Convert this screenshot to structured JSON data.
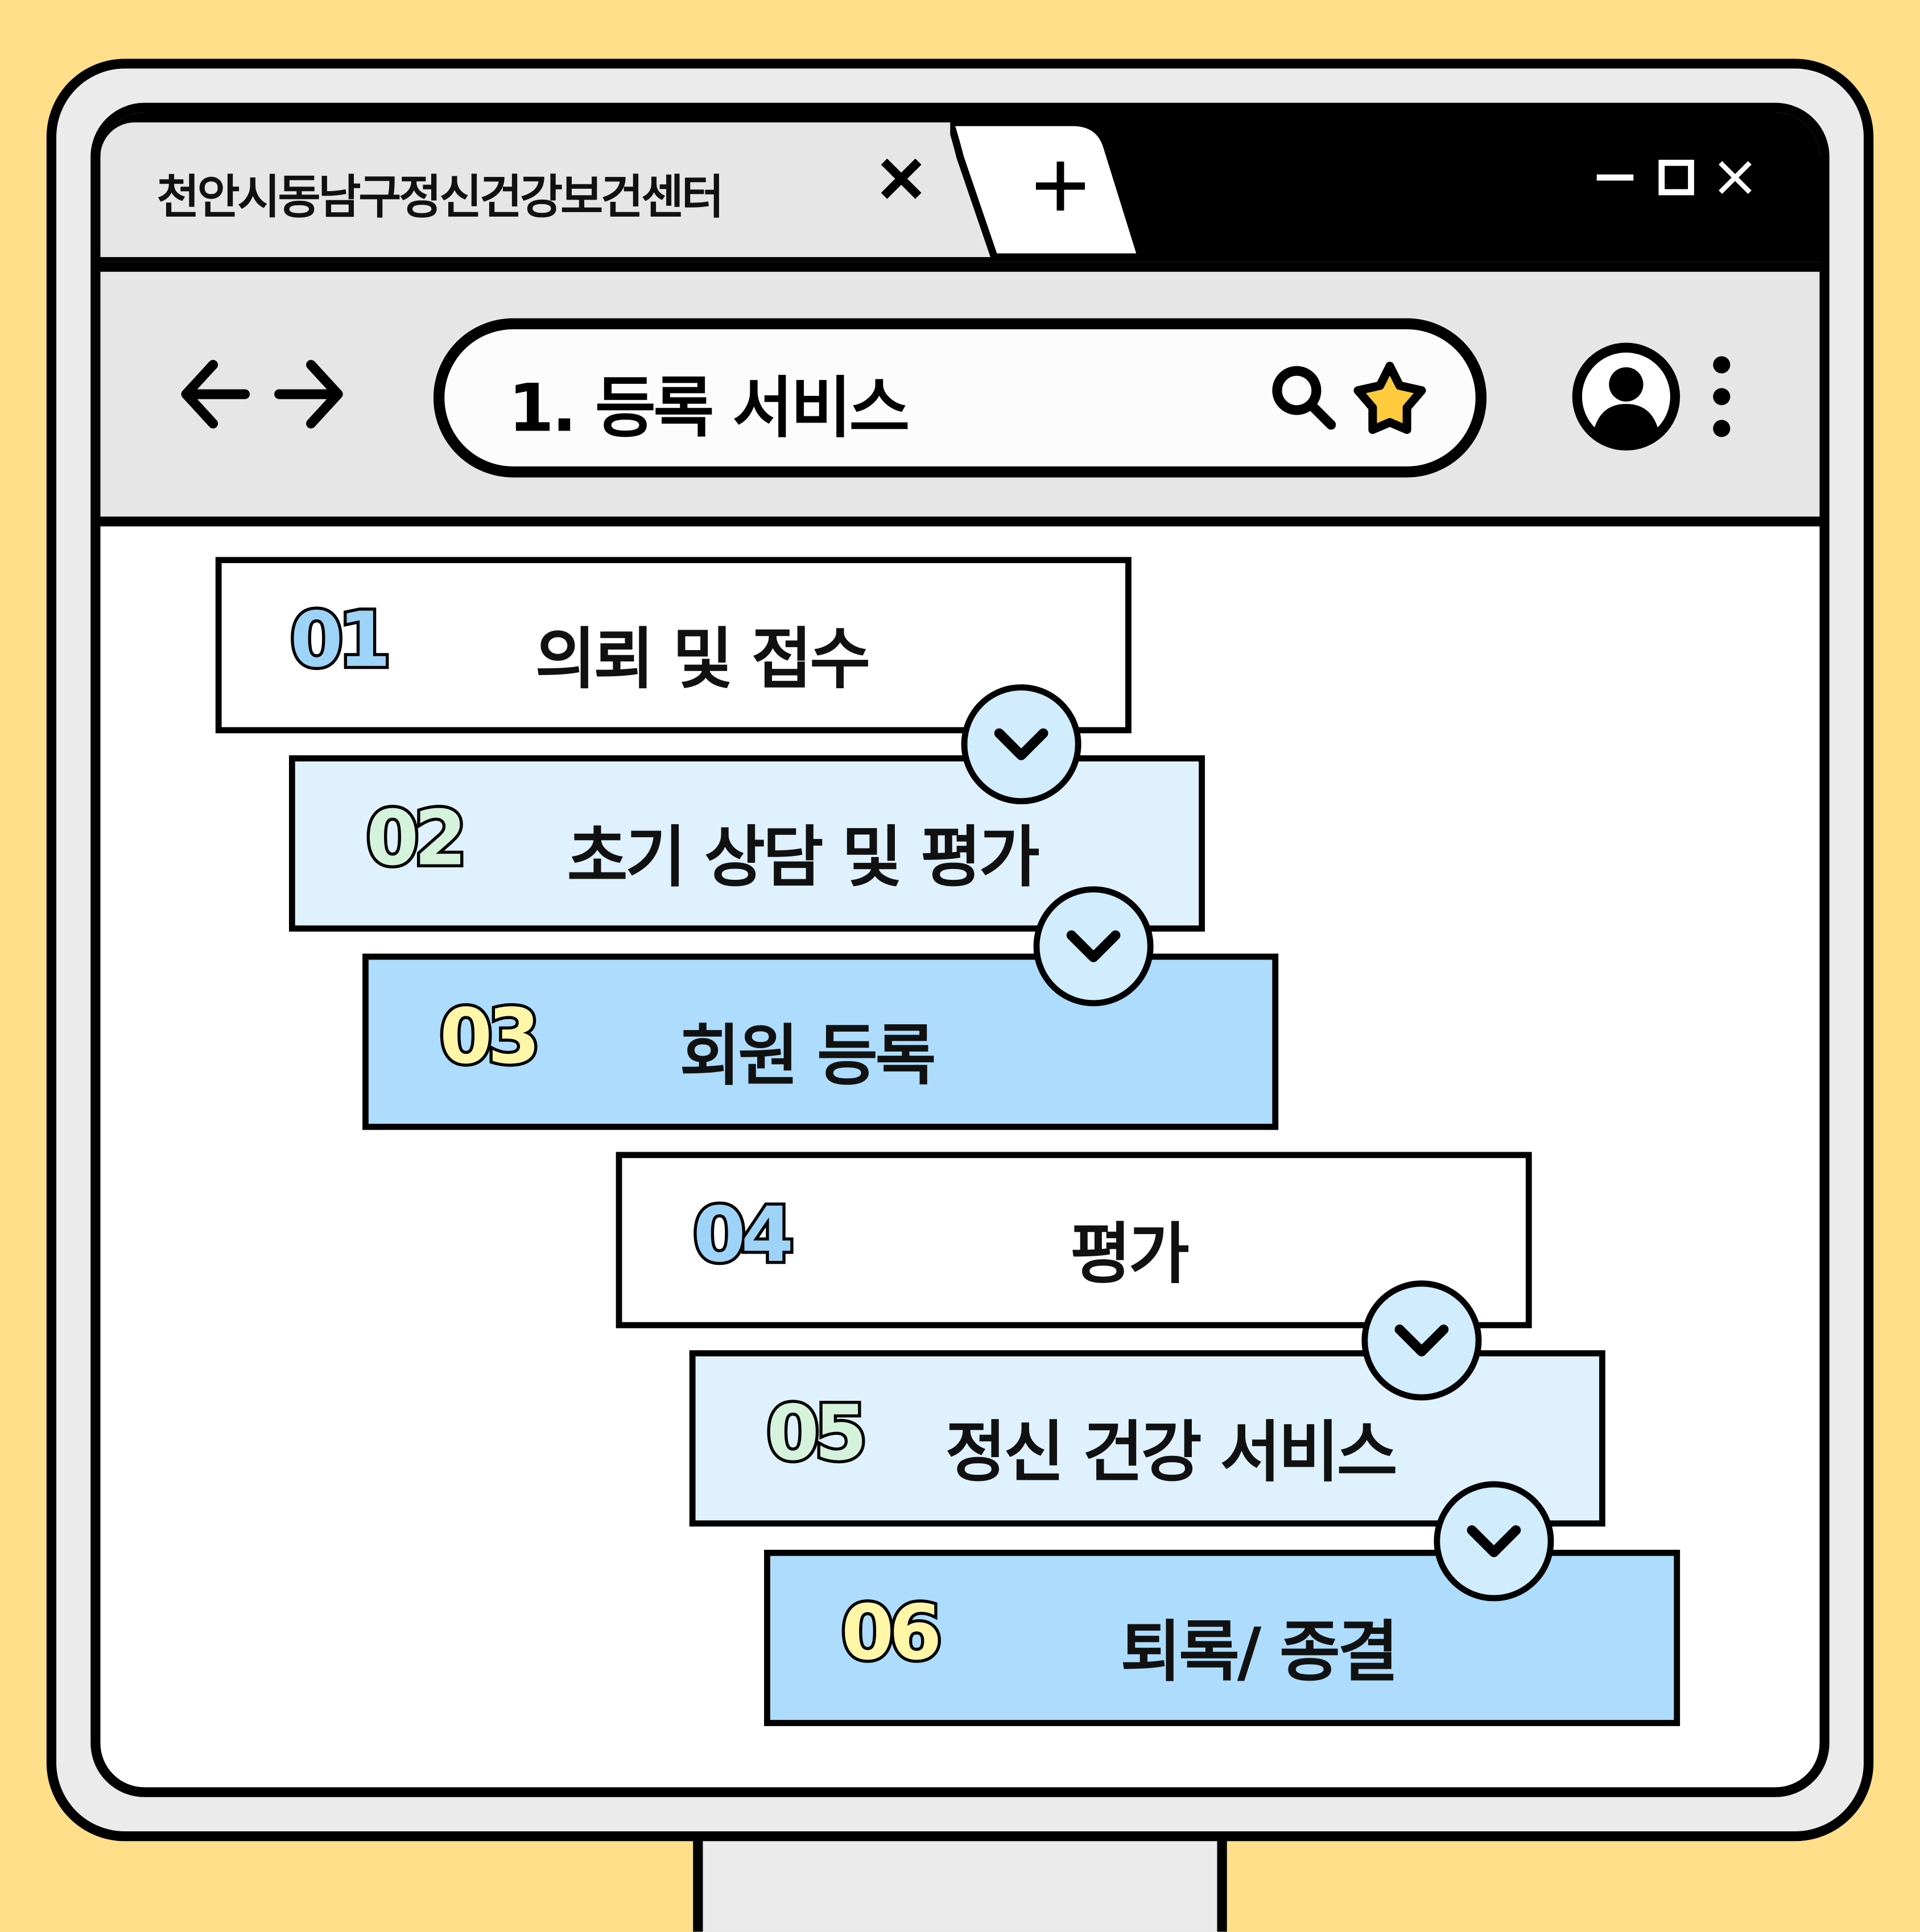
{
  "browser": {
    "tab_title": "천안시동남구정신건강보건센터",
    "tab_close_icon": "close-icon",
    "new_tab_icon": "plus-icon",
    "window_controls": [
      "minimize-icon",
      "maximize-icon",
      "close-icon"
    ],
    "address": "1. 등록 서비스",
    "icons": [
      "back-arrow-icon",
      "forward-arrow-icon",
      "search-icon",
      "star-icon",
      "profile-icon",
      "more-vertical-icon"
    ]
  },
  "steps": [
    {
      "number": "01",
      "label": "의뢰 및 접수",
      "number_color": "#9ED3F8",
      "bg": "#FFFFFF"
    },
    {
      "number": "02",
      "label": "초기 상담 및 평가",
      "number_color": "#D4F2DC",
      "bg": "#DFF1FD"
    },
    {
      "number": "03",
      "label": "회원 등록",
      "number_color": "#FFF6A8",
      "bg": "#ADDCFD"
    },
    {
      "number": "04",
      "label": "평가",
      "number_color": "#9ED3F8",
      "bg": "#FFFFFF"
    },
    {
      "number": "05",
      "label": "정신 건강 서비스",
      "number_color": "#D4F2DC",
      "bg": "#DFF1FD"
    },
    {
      "number": "06",
      "label": "퇴록/ 종결",
      "number_color": "#FFF6A8",
      "bg": "#ADDCFD"
    }
  ],
  "colors": {
    "background": "#FFDF8A",
    "star": "#FFCB3D",
    "chevron_bg": "#D0ECFD"
  }
}
